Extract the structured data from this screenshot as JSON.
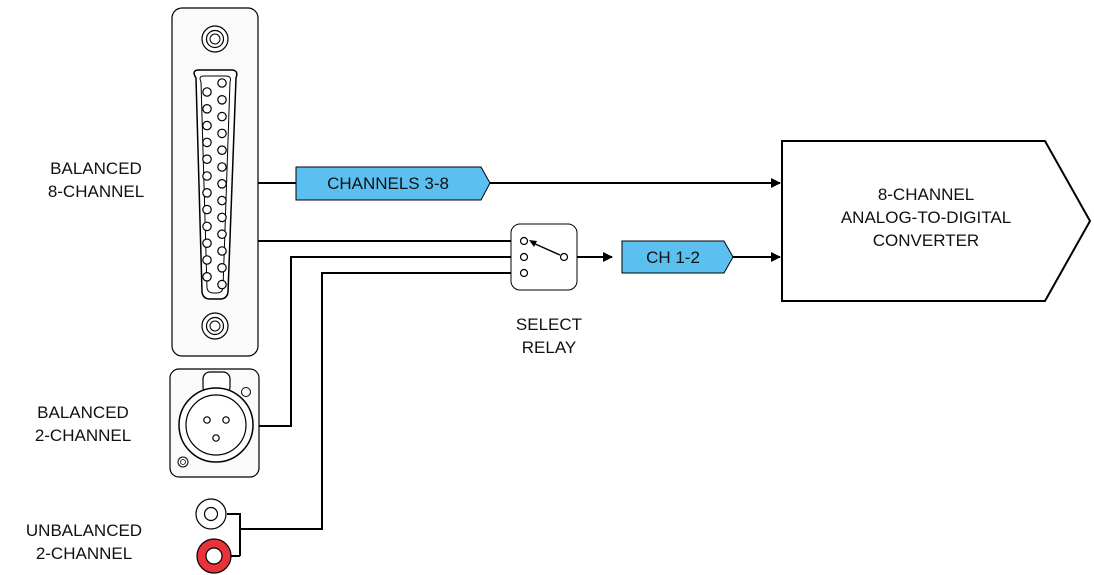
{
  "inputs": {
    "balanced_8ch": {
      "line1": "BALANCED",
      "line2": "8-CHANNEL"
    },
    "balanced_2ch": {
      "line1": "BALANCED",
      "line2": "2-CHANNEL"
    },
    "unbalanced_2ch": {
      "line1": "UNBALANCED",
      "line2": "2-CHANNEL"
    }
  },
  "tags": {
    "channels_3_8": "CHANNELS 3-8",
    "ch_1_2": "CH 1-2"
  },
  "relay": {
    "line1": "SELECT",
    "line2": "RELAY"
  },
  "converter": {
    "line1": "8-CHANNEL",
    "line2": "ANALOG-TO-DIGITAL",
    "line3": "CONVERTER"
  },
  "colors": {
    "tag_fill": "#5bc0f0",
    "rca_red": "#e8333a",
    "panel_fill": "#fafafa",
    "line": "#000000"
  }
}
